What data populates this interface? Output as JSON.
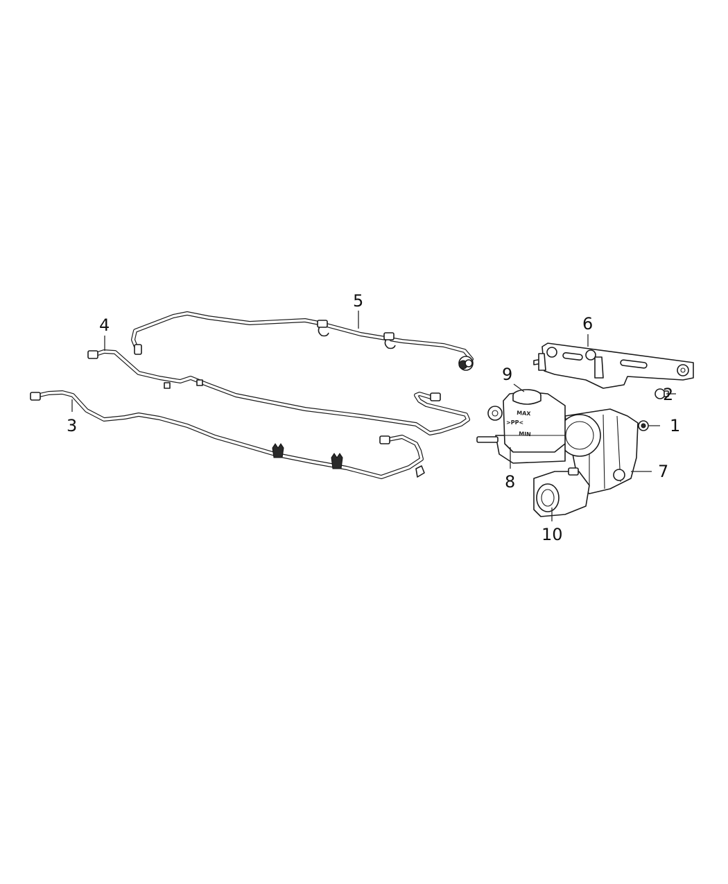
{
  "diagram": {
    "type": "exploded parts diagram",
    "subject": "Brake lines, master cylinder and hydraulic unit",
    "callouts": [
      {
        "id": "1",
        "label": "1",
        "part": "nut"
      },
      {
        "id": "2",
        "label": "2",
        "part": "bolt"
      },
      {
        "id": "3",
        "label": "3",
        "part": "brake tube"
      },
      {
        "id": "4",
        "label": "4",
        "part": "brake tube"
      },
      {
        "id": "5",
        "label": "5",
        "part": "brake tube"
      },
      {
        "id": "6",
        "label": "6",
        "part": "bracket"
      },
      {
        "id": "7",
        "label": "7",
        "part": "brake booster / integrated brake module"
      },
      {
        "id": "8",
        "label": "8",
        "part": "master cylinder"
      },
      {
        "id": "9",
        "label": "9",
        "part": "reservoir cap"
      },
      {
        "id": "10",
        "label": "10",
        "part": "reservoir / module"
      }
    ],
    "reservoir_marks": {
      "max": "MAX",
      "pp": ">PP<",
      "min": "MIN"
    }
  }
}
